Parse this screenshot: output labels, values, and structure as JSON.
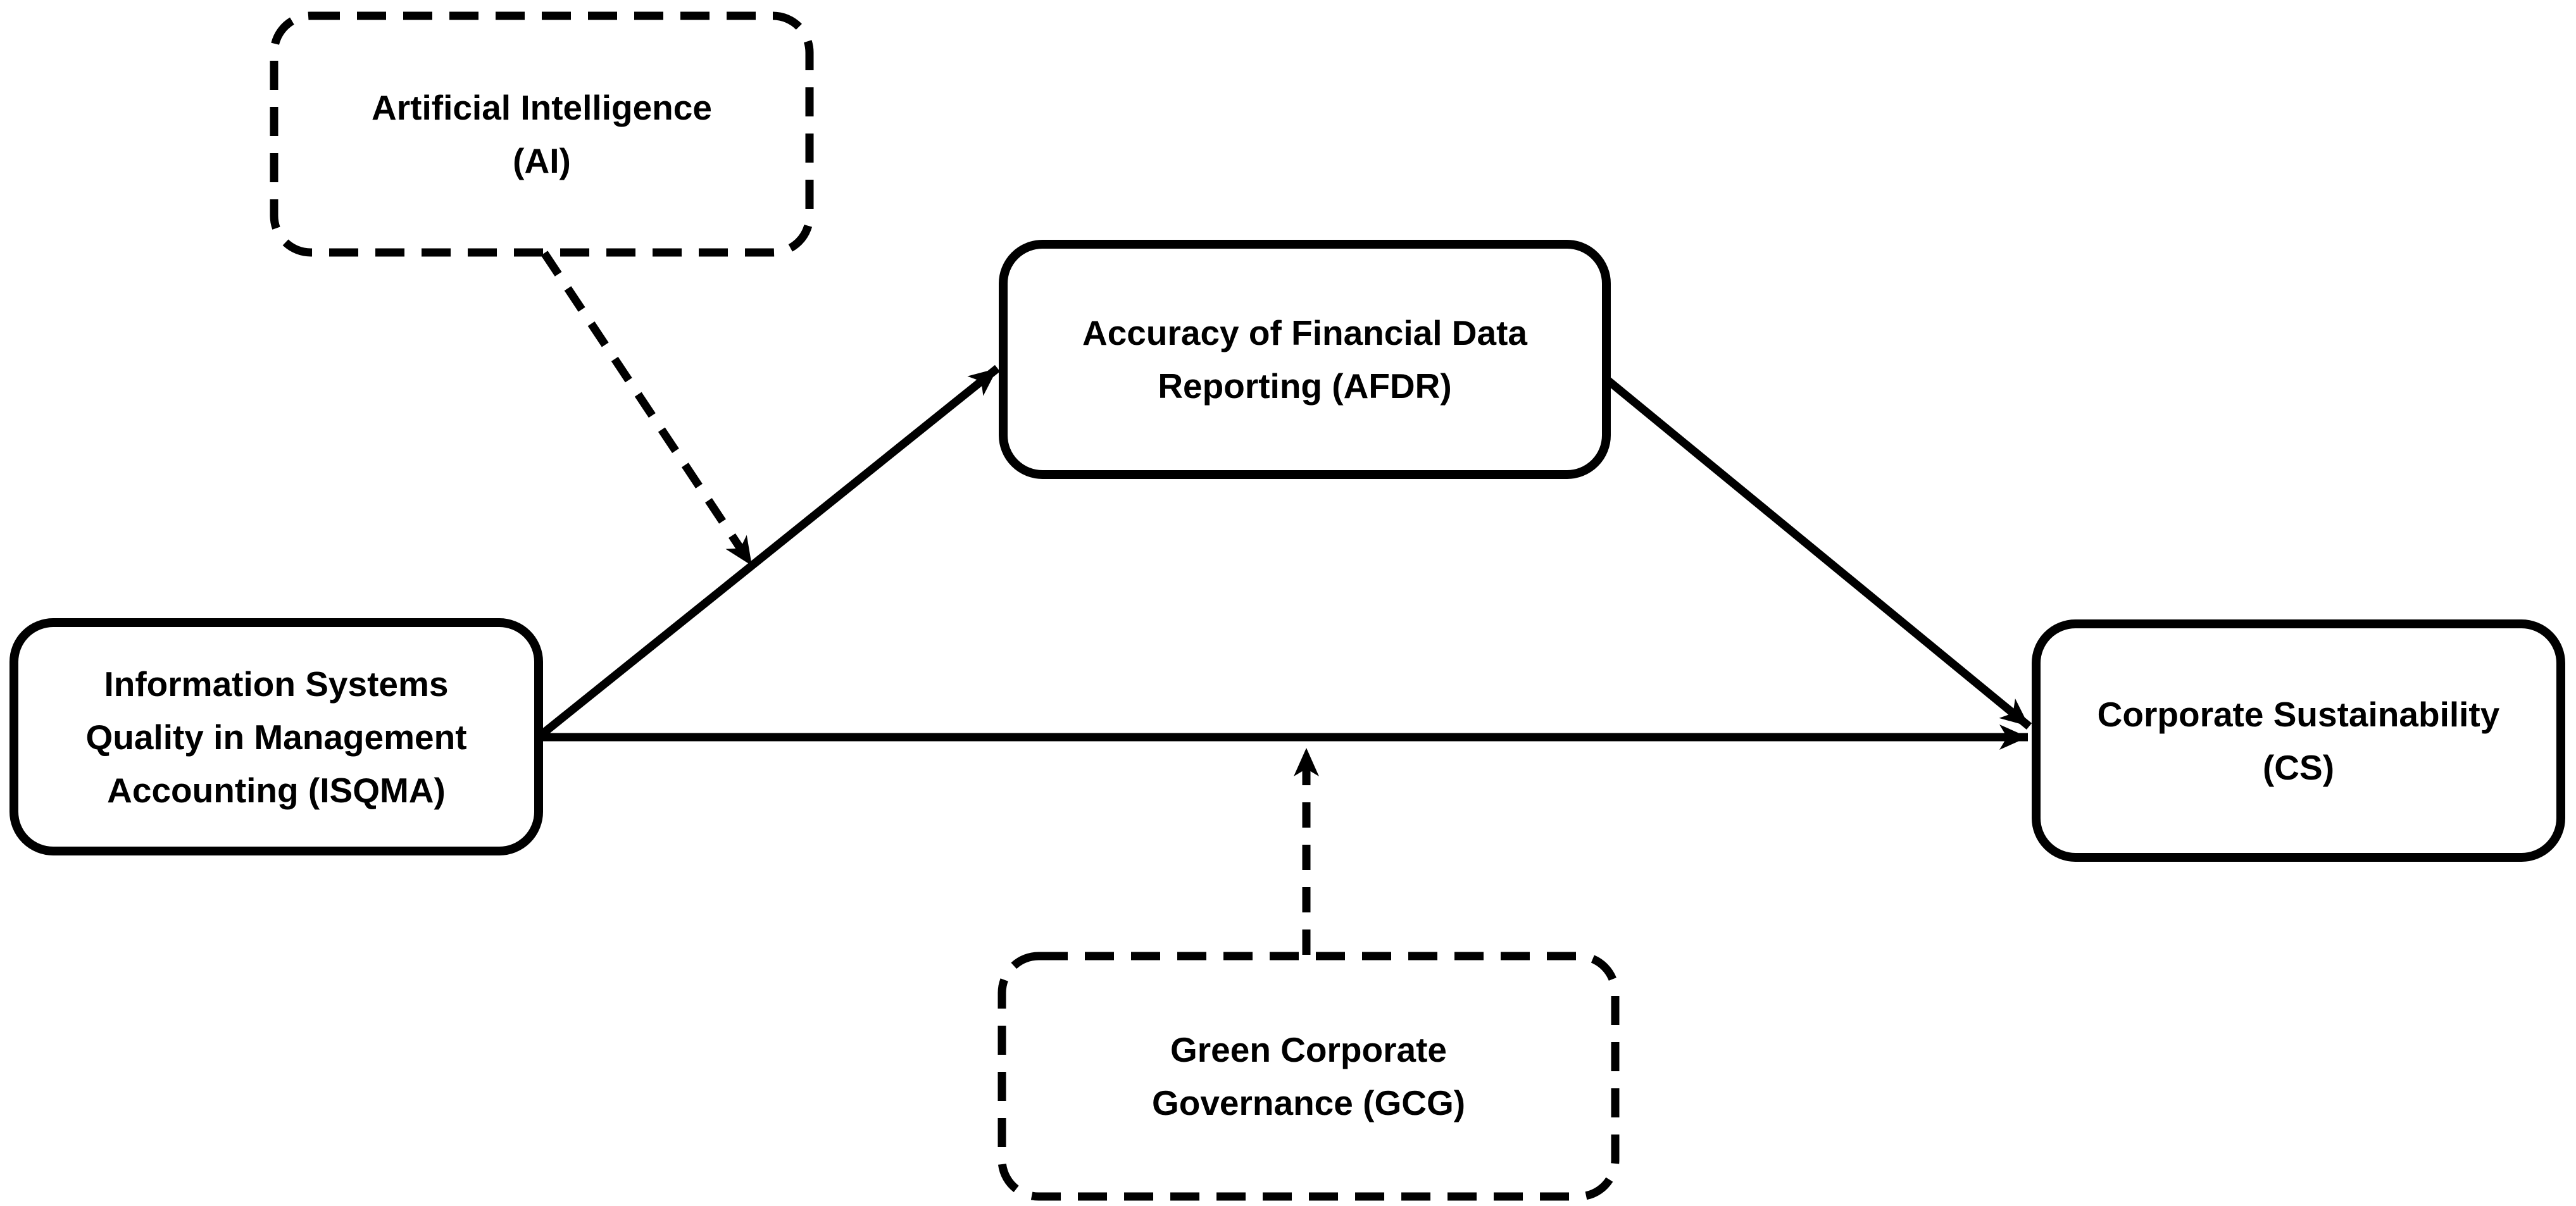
{
  "figure": {
    "background_color": "#ffffff",
    "ink_color": "#000000",
    "nodes": {
      "ai": {
        "lines": [
          "Artificial Intelligence",
          "(AI)"
        ],
        "border_style": "dashed"
      },
      "afdr": {
        "lines": [
          "Accuracy of Financial Data",
          "Reporting (AFDR)"
        ],
        "border_style": "solid"
      },
      "isqma": {
        "lines": [
          "Information Systems",
          "Quality in Management",
          "Accounting (ISQMA)"
        ],
        "border_style": "solid"
      },
      "cs": {
        "lines": [
          "Corporate Sustainability",
          "(CS)"
        ],
        "border_style": "solid"
      },
      "gcg": {
        "lines": [
          "Green Corporate",
          "Governance (GCG)"
        ],
        "border_style": "dashed"
      }
    },
    "edges": [
      {
        "from": "isqma",
        "to": "afdr",
        "style": "solid",
        "arrow": "filled-head"
      },
      {
        "from": "afdr",
        "to": "cs",
        "style": "solid",
        "arrow": "filled-head"
      },
      {
        "from": "isqma",
        "to": "cs",
        "style": "solid",
        "arrow": "filled-head"
      },
      {
        "from": "ai",
        "to": "arrow-isqma-to-afdr",
        "style": "dashed",
        "arrow": "filled-head"
      },
      {
        "from": "gcg",
        "to": "arrow-isqma-to-cs",
        "style": "dashed",
        "arrow": "filled-head"
      }
    ]
  }
}
